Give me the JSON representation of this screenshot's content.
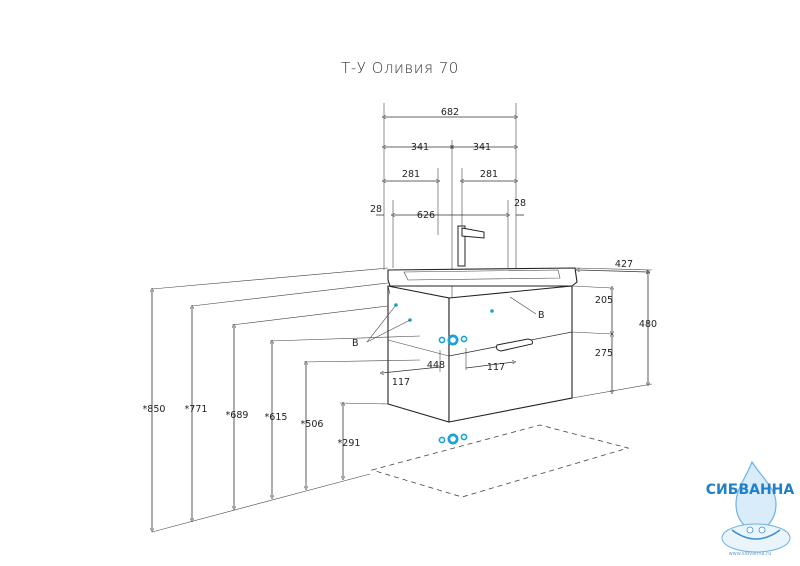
{
  "title": "Т-У Оливия 70",
  "dimensions_top": {
    "total": "682",
    "half_left": "341",
    "half_right": "341",
    "offset_left": "281",
    "offset_right": "281",
    "edge_left": "28",
    "inner": "626",
    "edge_right": "28"
  },
  "dimensions_right": {
    "depth": "427",
    "upper_drawer": "205",
    "lower_drawer": "275",
    "height": "480"
  },
  "dimensions_left": {
    "h850": "*850",
    "h771": "*771",
    "h689": "*689",
    "h615": "*615",
    "h506": "*506",
    "h291": "*291"
  },
  "dimensions_inner": {
    "d448": "448",
    "d117_left": "117",
    "d117_right": "117"
  },
  "labels": {
    "b_left": "B",
    "b_right": "B"
  },
  "watermark": {
    "brand": "СИБВАННА",
    "url": "www.sibvanna.ru"
  },
  "colors": {
    "accent_blue": "#1aa3d6",
    "line": "#333333",
    "watermark": "#1f7fc8"
  }
}
